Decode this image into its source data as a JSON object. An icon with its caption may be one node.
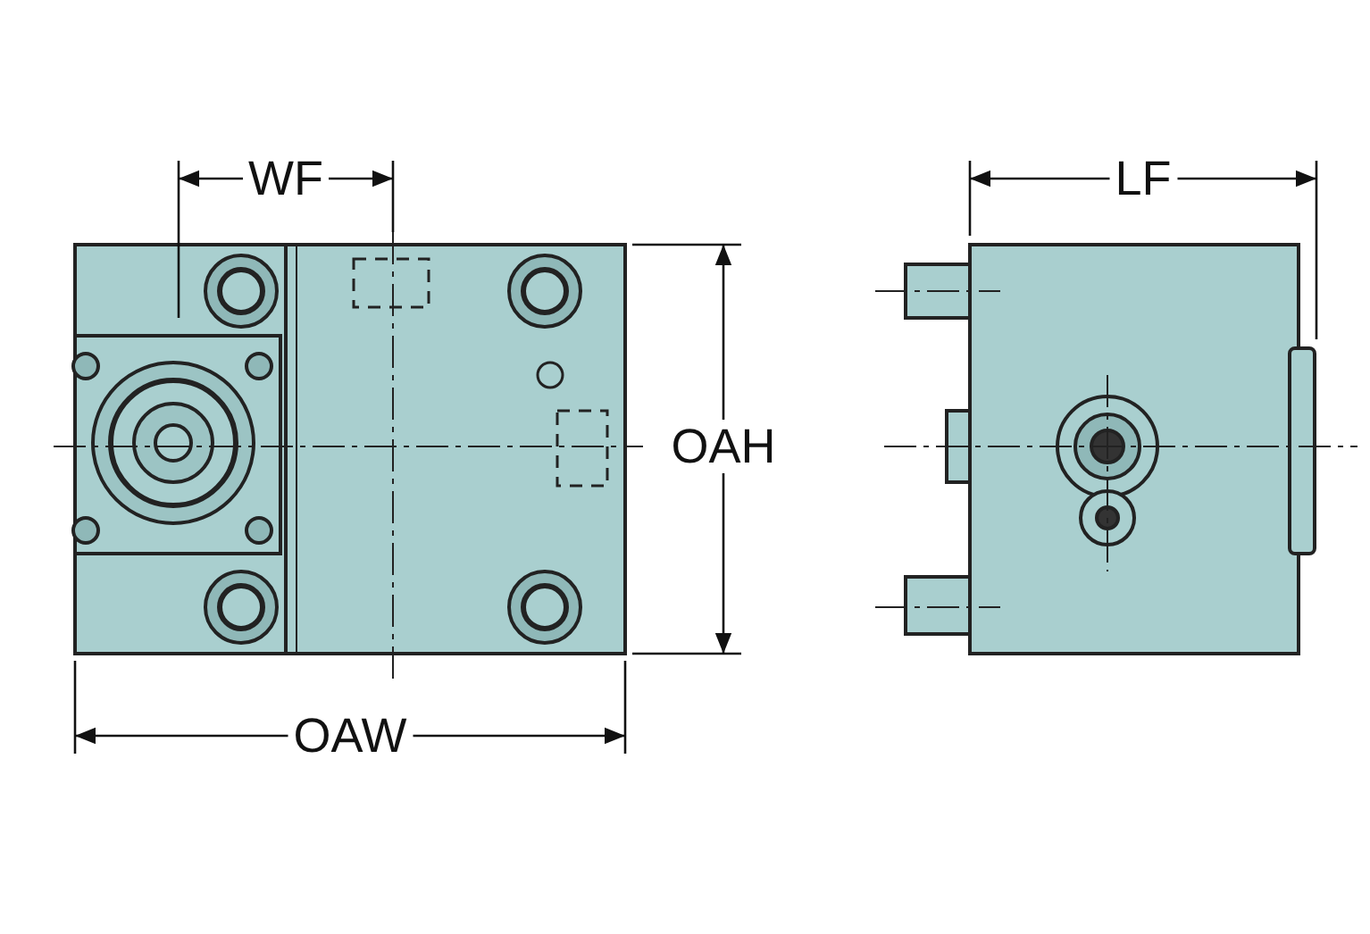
{
  "diagram": {
    "labels": [
      "WF",
      "LF",
      "OAH",
      "OAW"
    ]
  }
}
